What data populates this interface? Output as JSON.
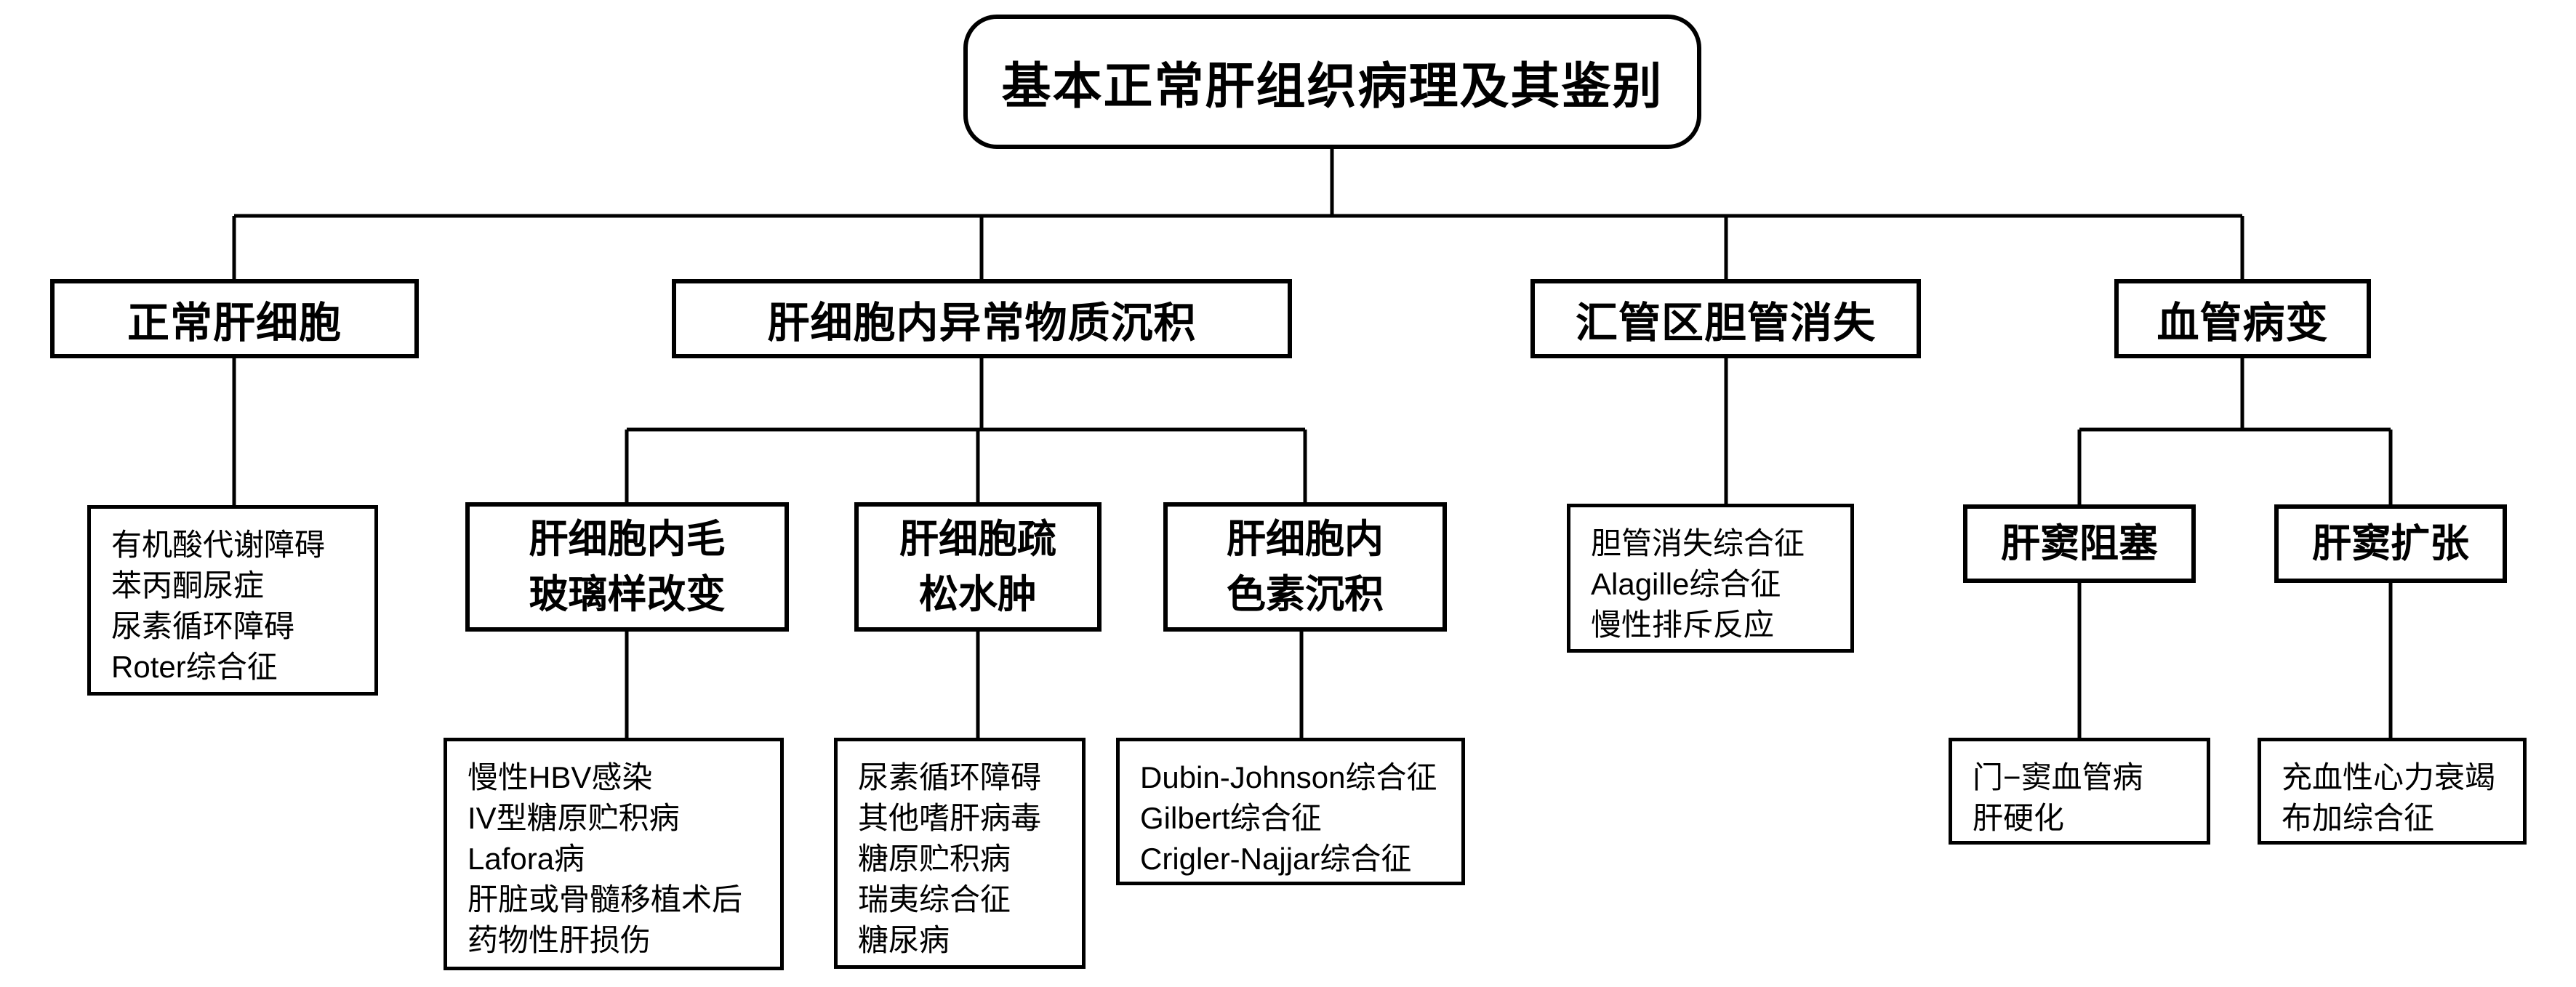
{
  "colors": {
    "background": "#ffffff",
    "line": "#000000",
    "box_border": "#000000",
    "text": "#000000"
  },
  "root": {
    "label": "基本正常肝组织病理及其鉴别"
  },
  "branches": [
    {
      "label": "正常肝细胞",
      "items": [
        "有机酸代谢障碍",
        "苯丙酮尿症",
        "尿素循环障碍",
        "Roter综合征"
      ]
    },
    {
      "label": "肝细胞内异常物质沉积",
      "children": [
        {
          "lines": [
            "肝细胞内毛",
            "玻璃样改变"
          ],
          "items": [
            "慢性HBV感染",
            "IV型糖原贮积病",
            "Lafora病",
            "肝脏或骨髓移植术后",
            "药物性肝损伤"
          ]
        },
        {
          "lines": [
            "肝细胞疏",
            "松水肿"
          ],
          "items": [
            "尿素循环障碍",
            "其他嗜肝病毒",
            "糖原贮积病",
            "瑞夷综合征",
            "糖尿病"
          ]
        },
        {
          "lines": [
            "肝细胞内",
            "色素沉积"
          ],
          "items": [
            "Dubin-Johnson综合征",
            "Gilbert综合征",
            "Crigler-Najjar综合征"
          ]
        }
      ]
    },
    {
      "label": "汇管区胆管消失",
      "items": [
        "胆管消失综合征",
        "Alagille综合征",
        "慢性排斥反应"
      ]
    },
    {
      "label": "血管病变",
      "children": [
        {
          "label": "肝窦阻塞",
          "items": [
            "门−窦血管病",
            "肝硬化"
          ]
        },
        {
          "label": "肝窦扩张",
          "items": [
            "充血性心力衰竭",
            "布加综合征"
          ]
        }
      ]
    }
  ]
}
